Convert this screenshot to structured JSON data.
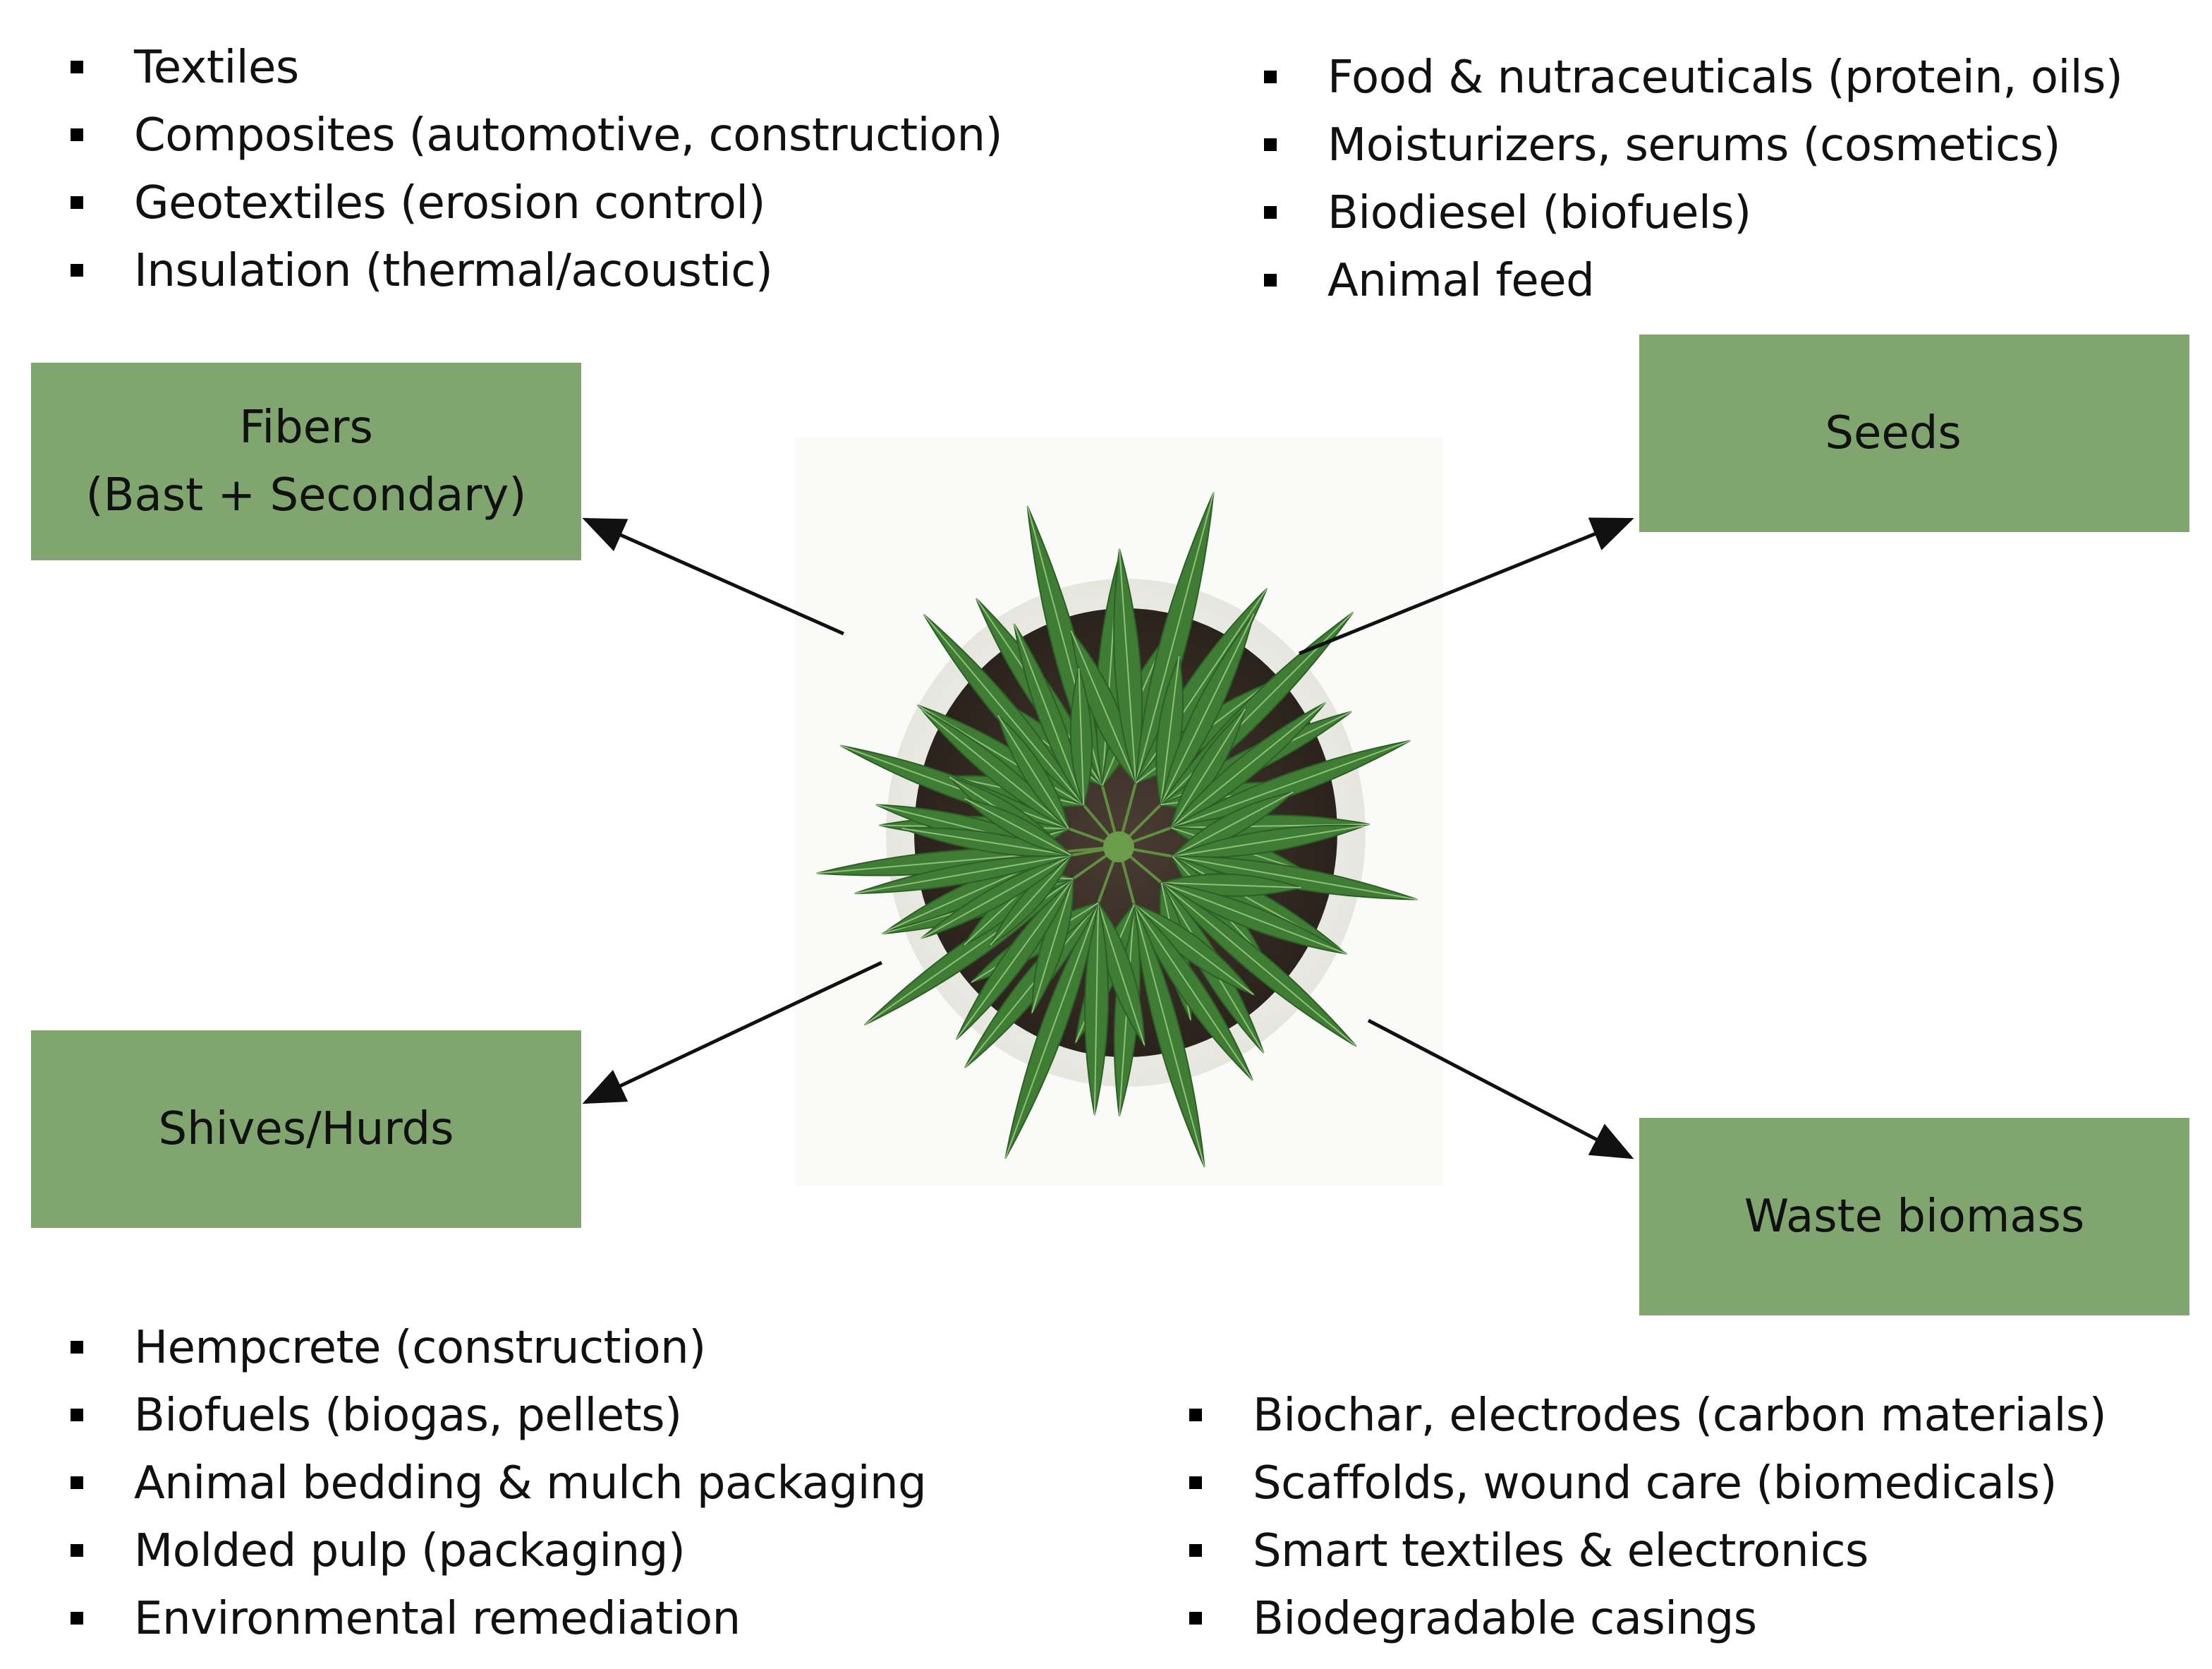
{
  "lists": {
    "fibers_uses": [
      "Textiles",
      "Composites (automotive, construction)",
      "Geotextiles (erosion control)",
      "Insulation (thermal/acoustic)"
    ],
    "seeds_uses": [
      "Food & nutraceuticals (protein, oils)",
      "Moisturizers, serums (cosmetics)",
      "Biodiesel (biofuels)",
      "Animal feed"
    ],
    "shives_uses": [
      "Hempcrete (construction)",
      "Biofuels (biogas, pellets)",
      "Animal bedding & mulch packaging",
      "Molded pulp (packaging)",
      "Environmental remediation"
    ],
    "waste_uses": [
      "Biochar, electrodes (carbon materials)",
      "Scaffolds, wound care (biomedicals)",
      "Smart textiles & electronics",
      "Biodegradable casings"
    ]
  },
  "boxes": {
    "fibers": {
      "line1": "Fibers",
      "line2": "(Bast + Secondary)"
    },
    "seeds": {
      "label": "Seeds"
    },
    "shives": {
      "label": "Shives/Hurds"
    },
    "waste": {
      "label": "Waste biomass"
    }
  },
  "colors": {
    "box_fill": "#80a56f",
    "leaf": "#3f7d35",
    "leaf_dark": "#2d5e27",
    "pot": "#f4f4ef",
    "soil": "#3a2f28"
  },
  "icons": {
    "center_image": "hemp-plant-in-pot"
  }
}
